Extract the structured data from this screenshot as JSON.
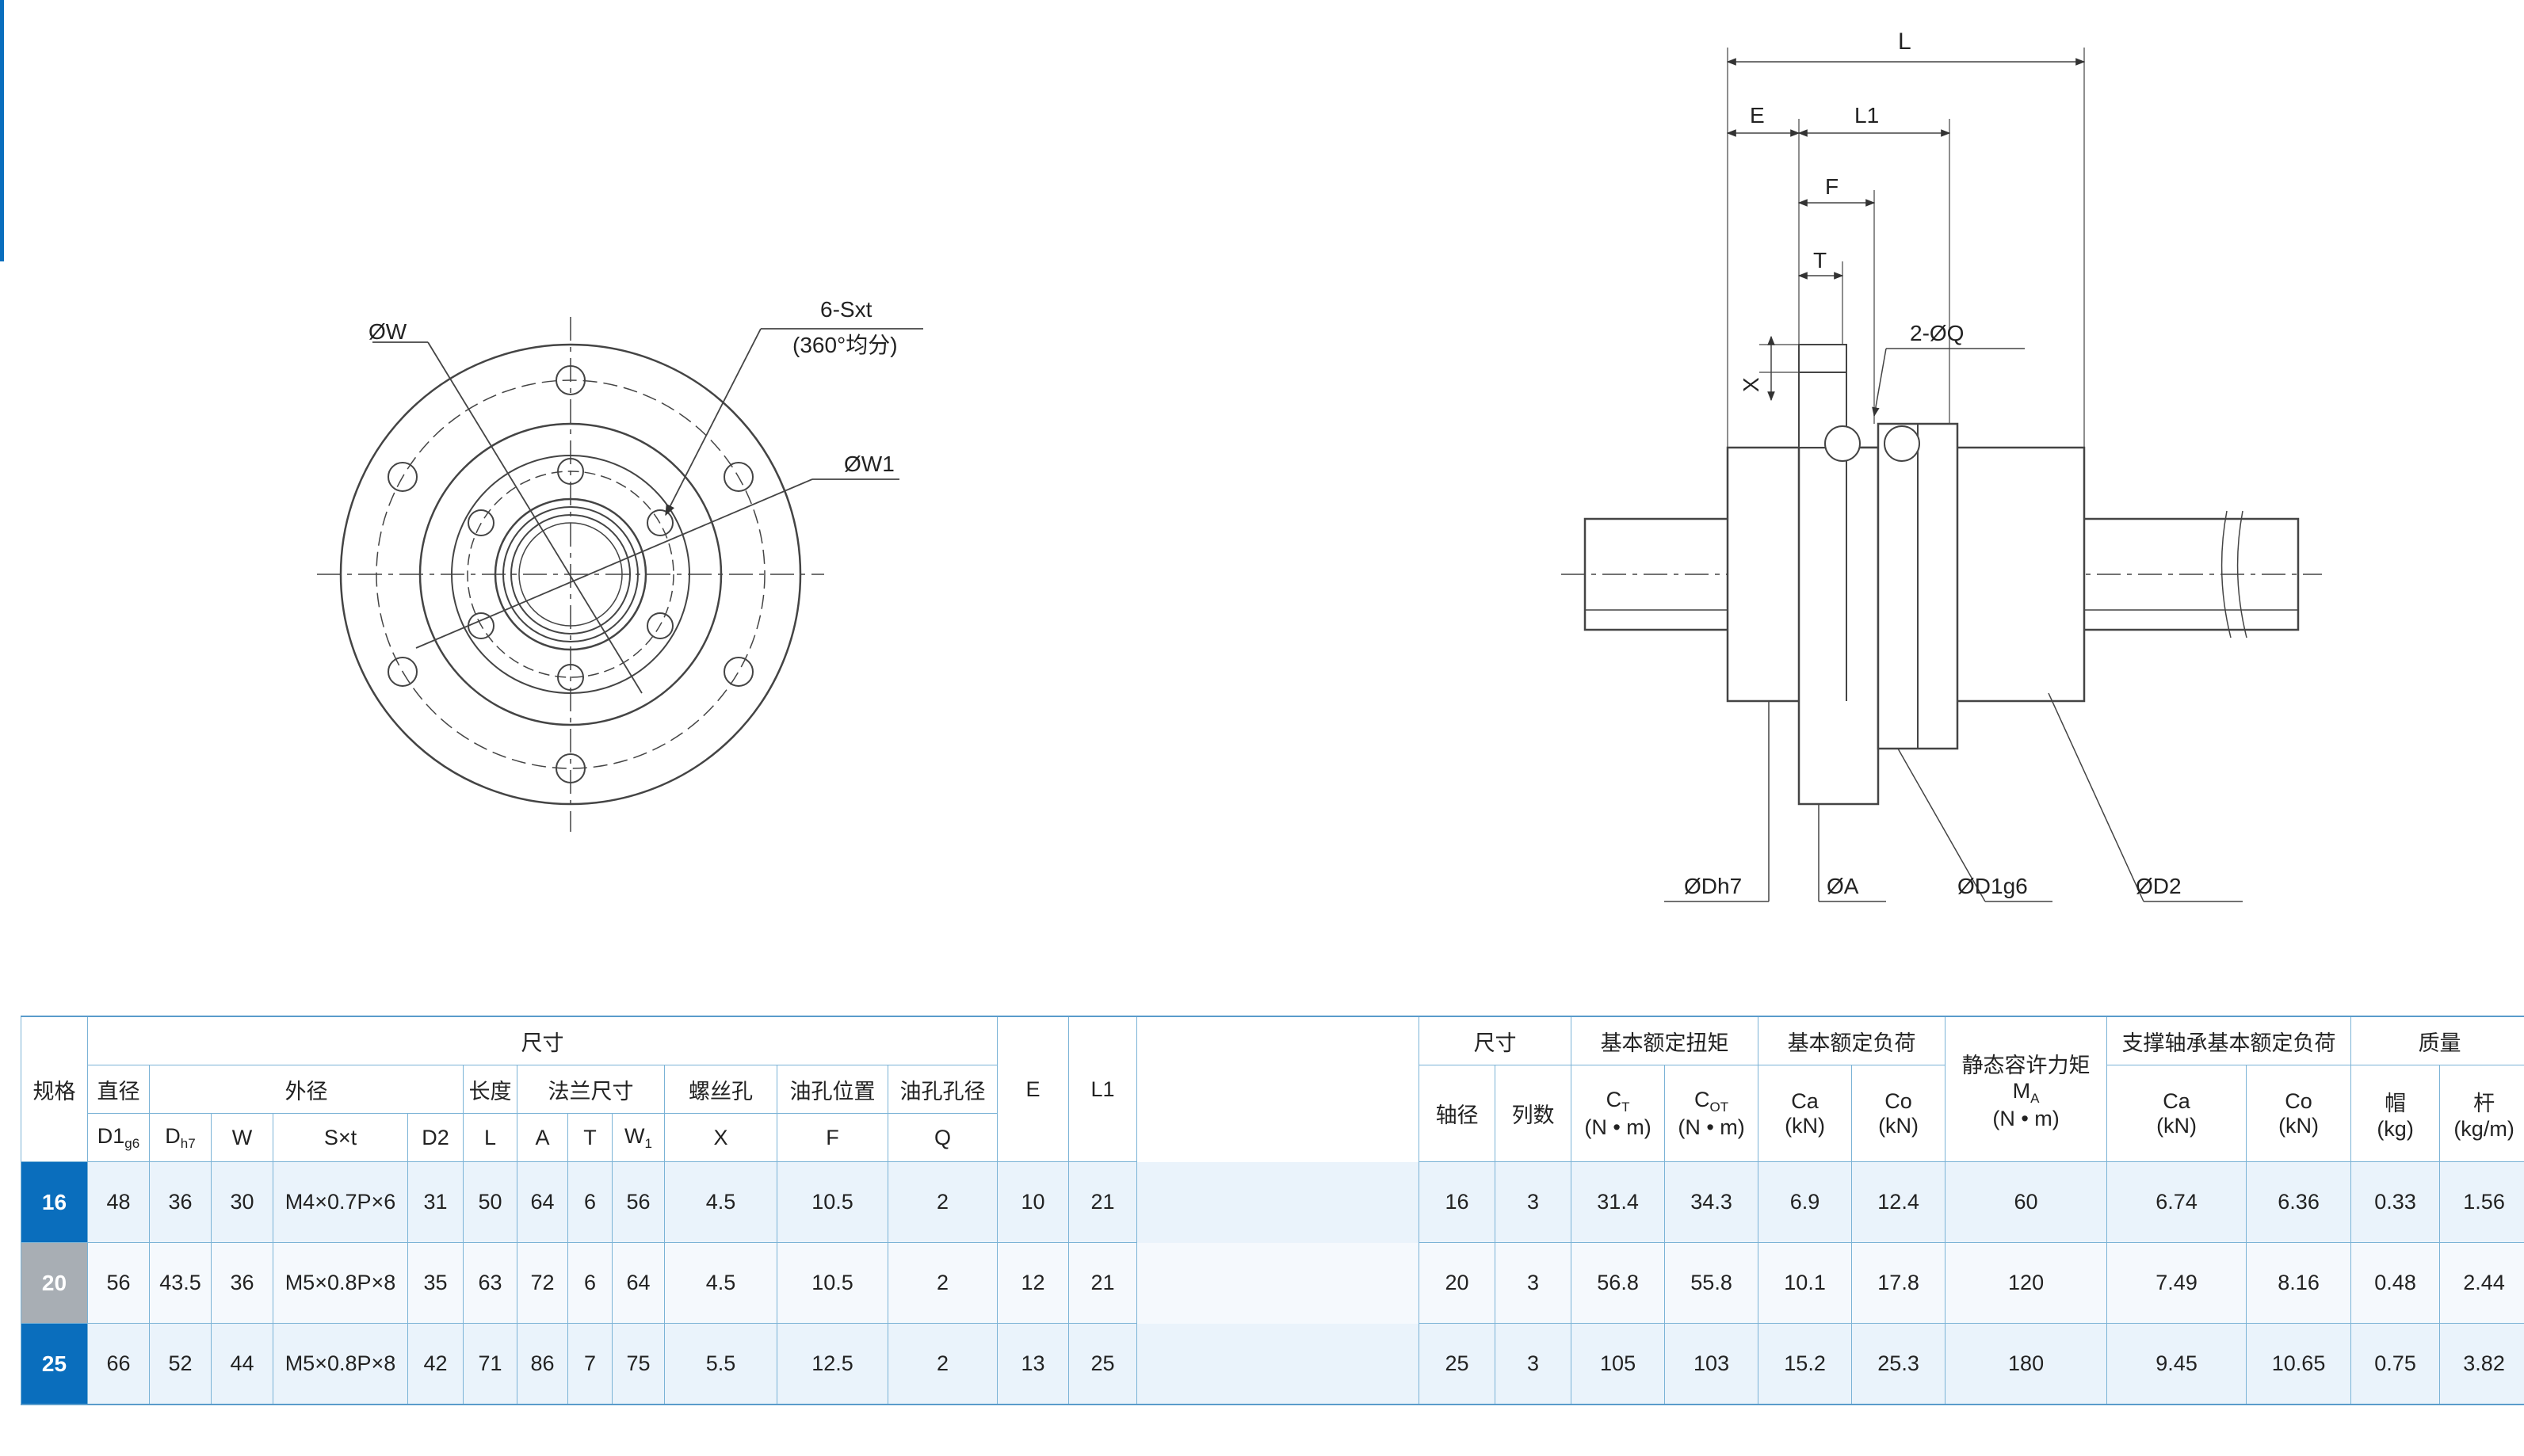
{
  "colors": {
    "accent": "#0a6ebd",
    "row_gray": "#a8aeb4",
    "border": "#7bb3d6"
  },
  "front_view": {
    "label_w": "ØW",
    "label_w1": "ØW1",
    "label_holes": "6-Sxt",
    "label_holes_note": "(360°均分)"
  },
  "side_view": {
    "label_L": "L",
    "label_E": "E",
    "label_L1": "L1",
    "label_F": "F",
    "label_T": "T",
    "label_X": "X",
    "label_oil": "2-ØQ",
    "label_Dh7": "ØDh7",
    "label_A": "ØA",
    "label_D1": "ØD1g6",
    "label_D2": "ØD2"
  },
  "table": {
    "header1": {
      "model": "规格",
      "size_main": "尺寸",
      "size_right": "尺寸",
      "torque": "基本额定扭矩",
      "load": "基本额定负荷",
      "static_moment": "静态容许力矩",
      "static_moment_sym": "M",
      "static_moment_sub": "A",
      "static_moment_unit": "(N • m)",
      "bearing_load": "支撑轴承基本额定负荷",
      "mass": "质量"
    },
    "header2": {
      "diameter": "直径",
      "outer": "外径",
      "length": "长度",
      "flange": "法兰尺寸",
      "screw_hole": "螺丝孔",
      "oil_pos": "油孔位置",
      "oil_dia": "油孔孔径",
      "E": "E",
      "L1": "L1",
      "shaft_dia": "轴径",
      "rows": "列数",
      "ct": "C",
      "ct_sub": "T",
      "ct_unit": "(N • m)",
      "cot": "C",
      "cot_sub": "OT",
      "cot_unit": "(N • m)",
      "ca": "Ca",
      "ca_unit": "(kN)",
      "co": "Co",
      "co_unit": "(kN)",
      "bca": "Ca",
      "bca_unit": "(kN)",
      "bco": "Co",
      "bco_unit": "(kN)",
      "cap": "帽",
      "cap_unit": "(kg)",
      "rod": "杆",
      "rod_unit": "(kg/m)"
    },
    "header3": {
      "d1": "D1",
      "d1_sub": "g6",
      "dh7": "D",
      "dh7_sub": "h7",
      "w": "W",
      "sxt": "S×t",
      "d2": "D2",
      "l": "L",
      "a": "A",
      "t": "T",
      "w1": "W",
      "w1_sub": "1",
      "x": "X",
      "f": "F",
      "q": "Q"
    },
    "rows": [
      {
        "model": "16",
        "d1": "48",
        "dh7": "36",
        "w": "30",
        "sxt": "M4×0.7P×6",
        "d2": "31",
        "l": "50",
        "a": "64",
        "t": "6",
        "w1": "56",
        "x": "4.5",
        "f": "10.5",
        "q": "2",
        "e": "10",
        "l1": "21",
        "shaft": "16",
        "rows": "3",
        "ct": "31.4",
        "cot": "34.3",
        "ca": "6.9",
        "co": "12.4",
        "ma": "60",
        "bca": "6.74",
        "bco": "6.36",
        "cap": "0.33",
        "rod": "1.56"
      },
      {
        "model": "20",
        "d1": "56",
        "dh7": "43.5",
        "w": "36",
        "sxt": "M5×0.8P×8",
        "d2": "35",
        "l": "63",
        "a": "72",
        "t": "6",
        "w1": "64",
        "x": "4.5",
        "f": "10.5",
        "q": "2",
        "e": "12",
        "l1": "21",
        "shaft": "20",
        "rows": "3",
        "ct": "56.8",
        "cot": "55.8",
        "ca": "10.1",
        "co": "17.8",
        "ma": "120",
        "bca": "7.49",
        "bco": "8.16",
        "cap": "0.48",
        "rod": "2.44"
      },
      {
        "model": "25",
        "d1": "66",
        "dh7": "52",
        "w": "44",
        "sxt": "M5×0.8P×8",
        "d2": "42",
        "l": "71",
        "a": "86",
        "t": "7",
        "w1": "75",
        "x": "5.5",
        "f": "12.5",
        "q": "2",
        "e": "13",
        "l1": "25",
        "shaft": "25",
        "rows": "3",
        "ct": "105",
        "cot": "103",
        "ca": "15.2",
        "co": "25.3",
        "ma": "180",
        "bca": "9.45",
        "bco": "10.65",
        "cap": "0.75",
        "rod": "3.82"
      }
    ]
  }
}
